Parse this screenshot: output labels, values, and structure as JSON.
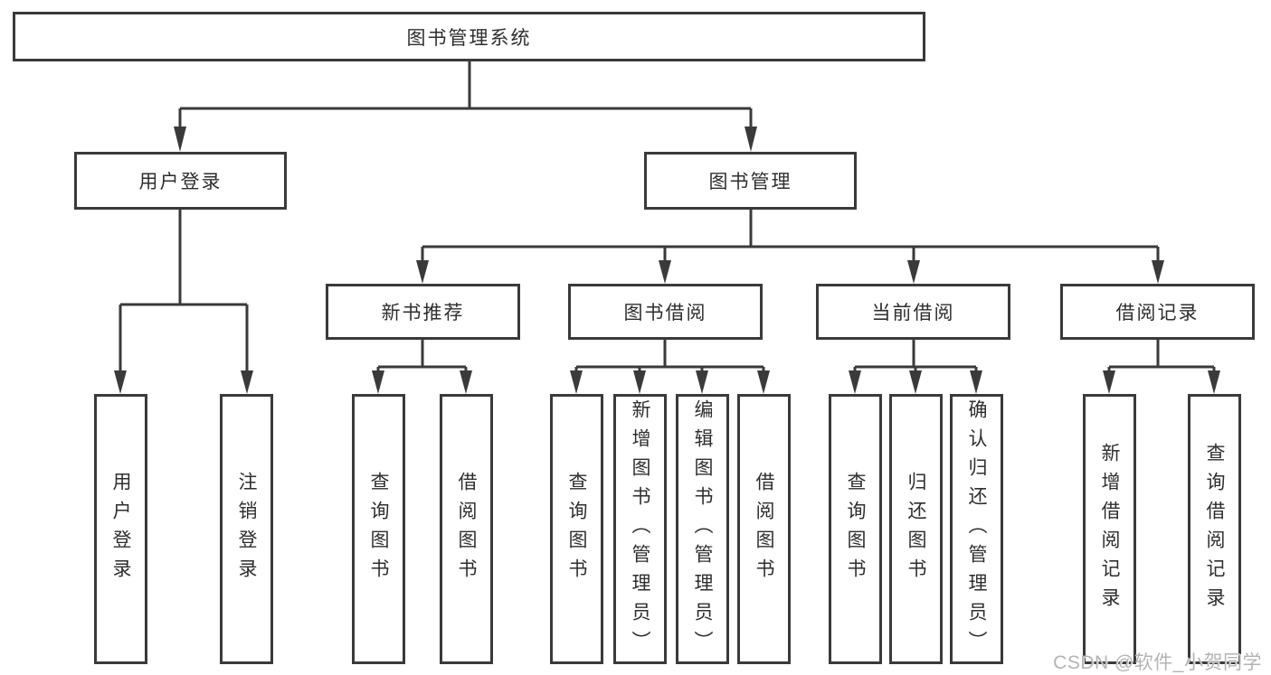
{
  "diagram": {
    "label": "图书管理系统",
    "children": [
      {
        "label": "用户登录",
        "children": [
          {
            "label": "用户登录"
          },
          {
            "label": "注销登录"
          }
        ]
      },
      {
        "label": "图书管理",
        "children": [
          {
            "label": "新书推荐",
            "children": [
              {
                "label": "查询图书"
              },
              {
                "label": "借阅图书"
              }
            ]
          },
          {
            "label": "图书借阅",
            "children": [
              {
                "label": "查询图书"
              },
              {
                "label": "新增图书（管理员）"
              },
              {
                "label": "编辑图书（管理员）"
              },
              {
                "label": "借阅图书"
              }
            ]
          },
          {
            "label": "当前借阅",
            "children": [
              {
                "label": "查询图书"
              },
              {
                "label": "归还图书"
              },
              {
                "label": "确认归还（管理员）"
              }
            ]
          },
          {
            "label": "借阅记录",
            "children": [
              {
                "label": "新增借阅记录"
              },
              {
                "label": "查询借阅记录"
              }
            ]
          }
        ]
      }
    ]
  },
  "watermark": {
    "text": "CSDN @软件_小贺同学"
  },
  "colors": {
    "line": "#3a3a3a",
    "text": "#2e2e2e",
    "background": "#ffffff",
    "watermark": "#b3b3b3"
  }
}
